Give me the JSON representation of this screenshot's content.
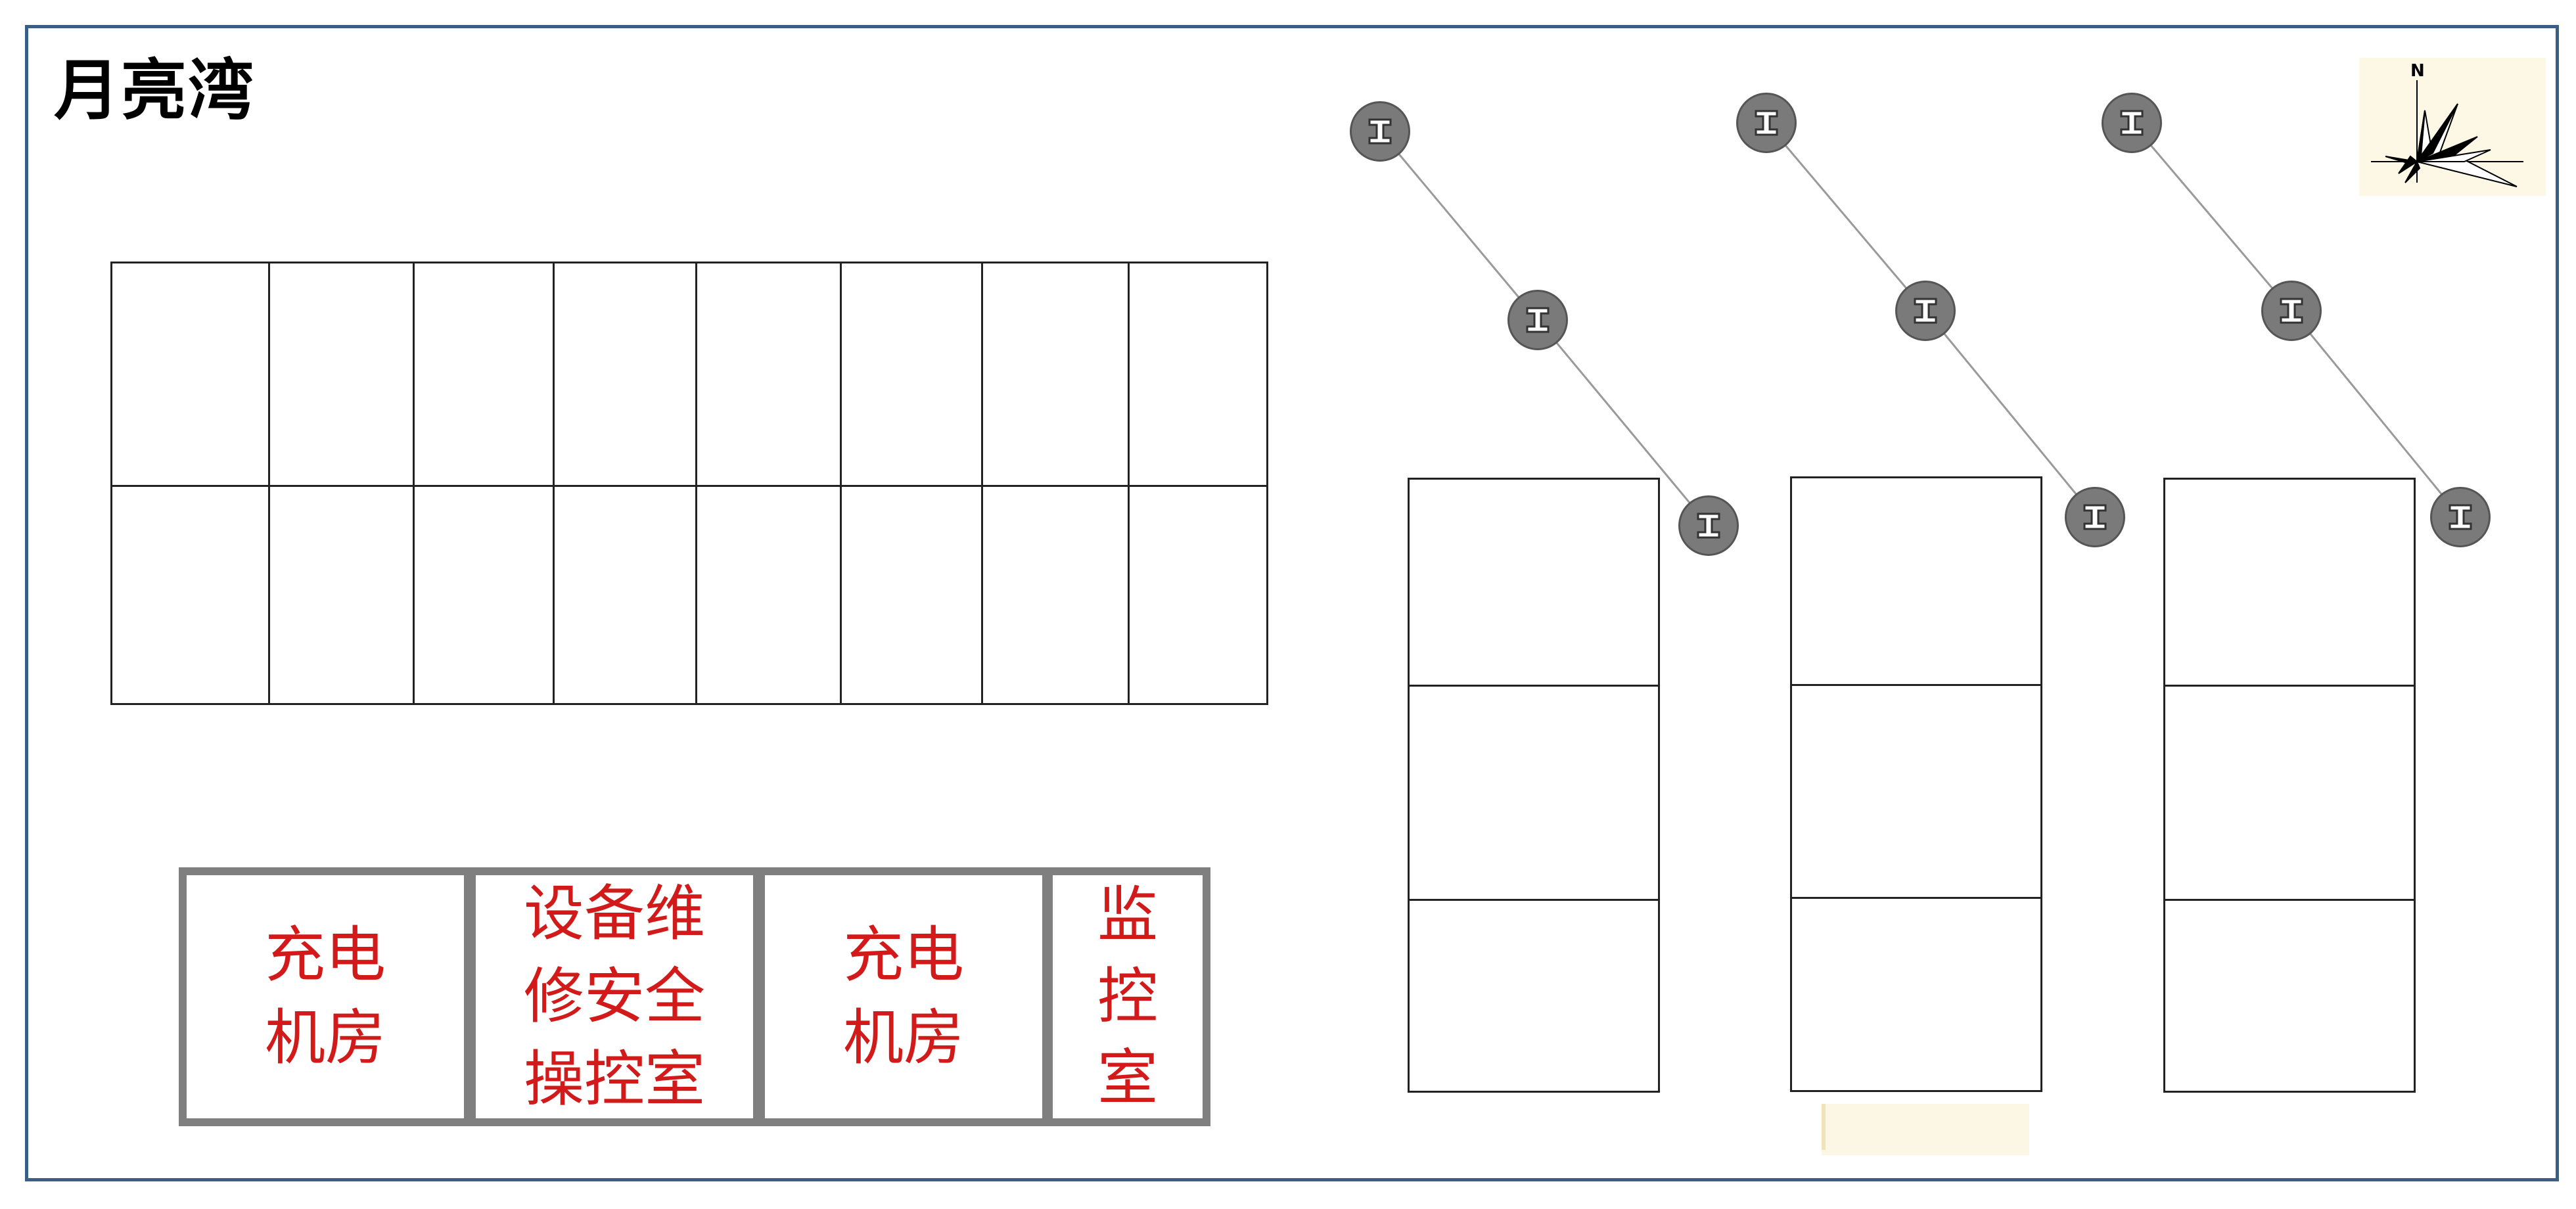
{
  "title": "月亮湾",
  "rooms": [
    {
      "label": "充电\n机房"
    },
    {
      "label": "设备维\n修安全\n操控室"
    },
    {
      "label": "充电\n机房"
    },
    {
      "label": "监\n控\n室"
    }
  ],
  "compass": {
    "north_label": "N"
  },
  "colors": {
    "frame": "#3a5f87",
    "room_text": "#d21a1a",
    "room_border": "#7f7f7f",
    "lamp": "#7a7a7a"
  },
  "icons": [
    "i-beam-pole-icon",
    "north-arrow-icon"
  ]
}
